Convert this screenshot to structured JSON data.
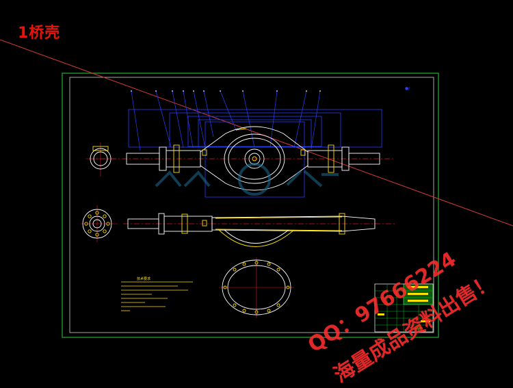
{
  "page_title": "1桥壳",
  "watermark": {
    "line1": "QQ：97666224",
    "line2": "海量成品资料出售！"
  },
  "drawing": {
    "notes_heading": "技术要求",
    "title_block_text": "桥壳"
  },
  "colors": {
    "background": "#000000",
    "frame": "#1f8a2a",
    "inner_frame": "#ffffff",
    "leaders": "#2a3cff",
    "geometry": "#ffffff",
    "centerline": "#e01a1a",
    "highlight": "#ffe000",
    "title_red": "#e8140c"
  },
  "icons": [
    "logo-watermark-icon"
  ]
}
